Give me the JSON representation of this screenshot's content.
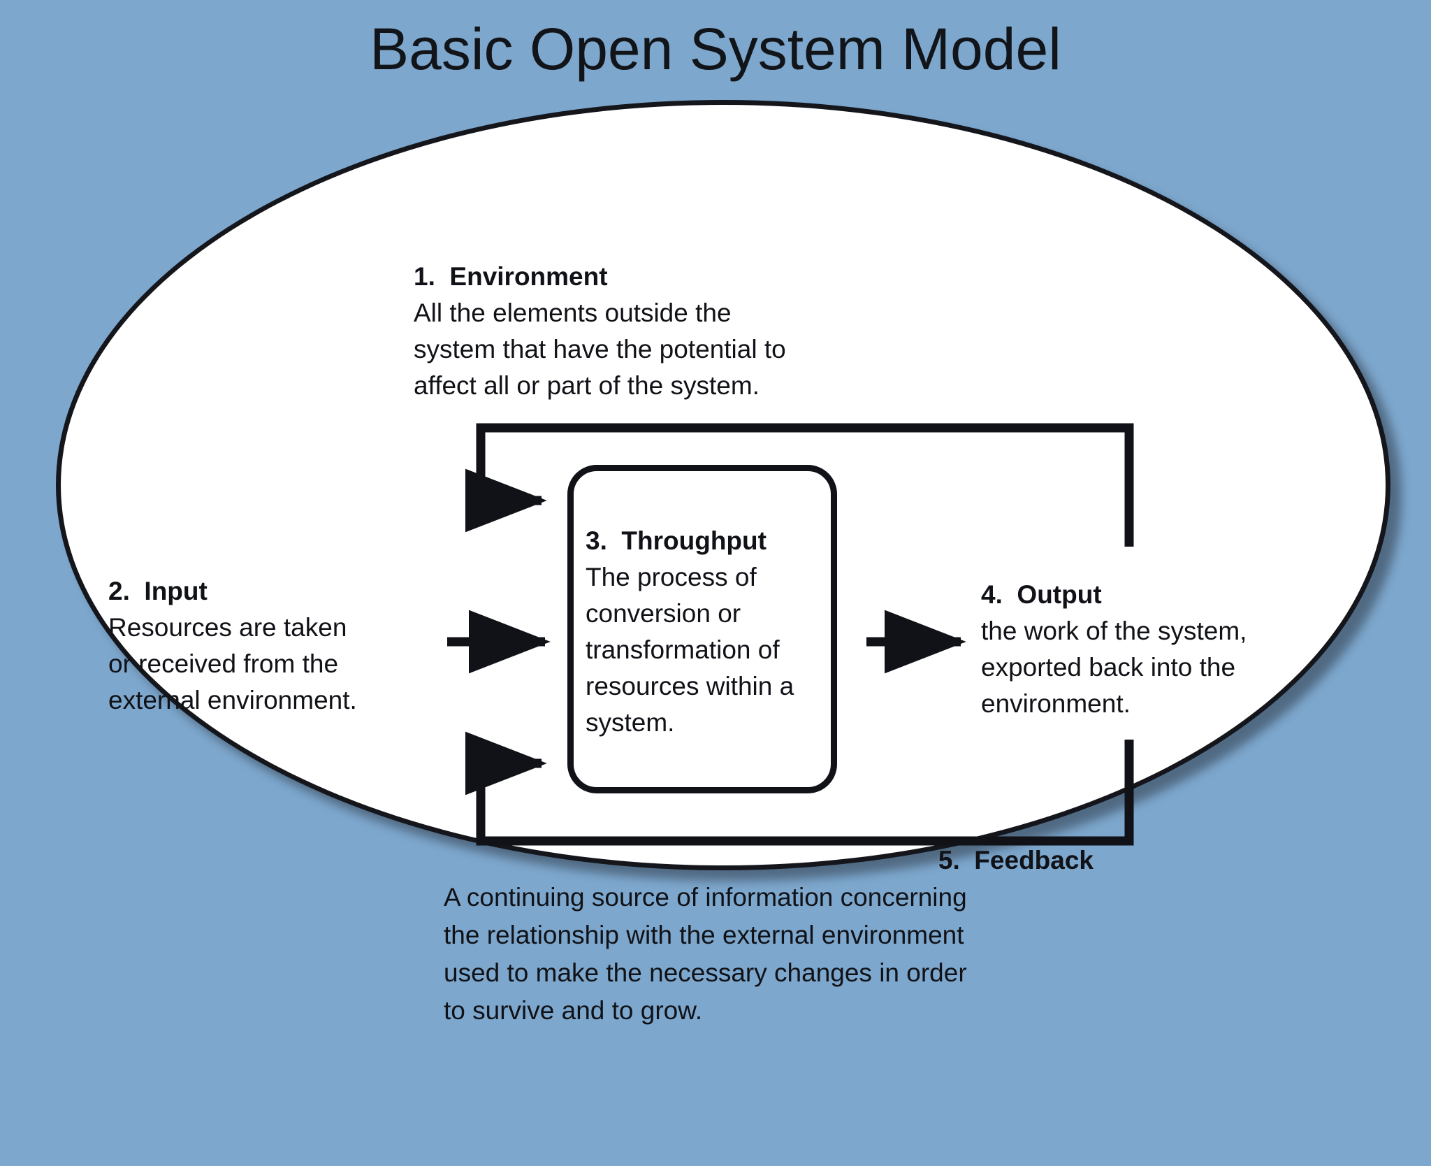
{
  "page": {
    "title": "Basic Open System Model",
    "background_color": "#7da7cd",
    "ellipse_fill": "#ffffff",
    "line_color": "#101217"
  },
  "diagram": {
    "type": "open-system-model",
    "shape": "ellipse-boundary-with-process-box",
    "nodes": [
      {
        "number": "1.",
        "heading": "Environment",
        "heading_label": "1.  Environment",
        "body_lines": [
          "All the elements outside the",
          "system that have the potential to",
          "affect all or part of the system."
        ]
      },
      {
        "number": "2.",
        "heading": "Input",
        "heading_label": "2.  Input",
        "body_lines": [
          "Resources are taken",
          "or received from the",
          "external environment."
        ]
      },
      {
        "number": "3.",
        "heading": "Throughput",
        "heading_label": "3.  Throughput",
        "body_lines": [
          "The process of",
          "conversion or",
          "transformation of",
          "resources within a",
          "system."
        ]
      },
      {
        "number": "4.",
        "heading": "Output",
        "heading_label": "4.  Output",
        "body_lines": [
          "the work of the system,",
          "exported back into the",
          "environment."
        ]
      },
      {
        "number": "5.",
        "heading": "Feedback",
        "heading_label": "5.  Feedback",
        "body_lines": [
          "A continuing source of information concerning",
          "the relationship with the external environment",
          "used to make the necessary changes in order",
          "to survive and to grow."
        ]
      }
    ],
    "flows": [
      {
        "name": "input-to-throughput",
        "from": "Input",
        "to": "Throughput",
        "style": "straight-arrow"
      },
      {
        "name": "throughput-to-output",
        "from": "Throughput",
        "to": "Output",
        "style": "straight-arrow"
      },
      {
        "name": "upper-feedback-loop",
        "from": "Output",
        "to": "Throughput",
        "style": "rectangular-loop-arrow"
      },
      {
        "name": "lower-feedback-loop",
        "from": "Output",
        "to": "Throughput",
        "style": "rectangular-loop-arrow"
      }
    ]
  }
}
